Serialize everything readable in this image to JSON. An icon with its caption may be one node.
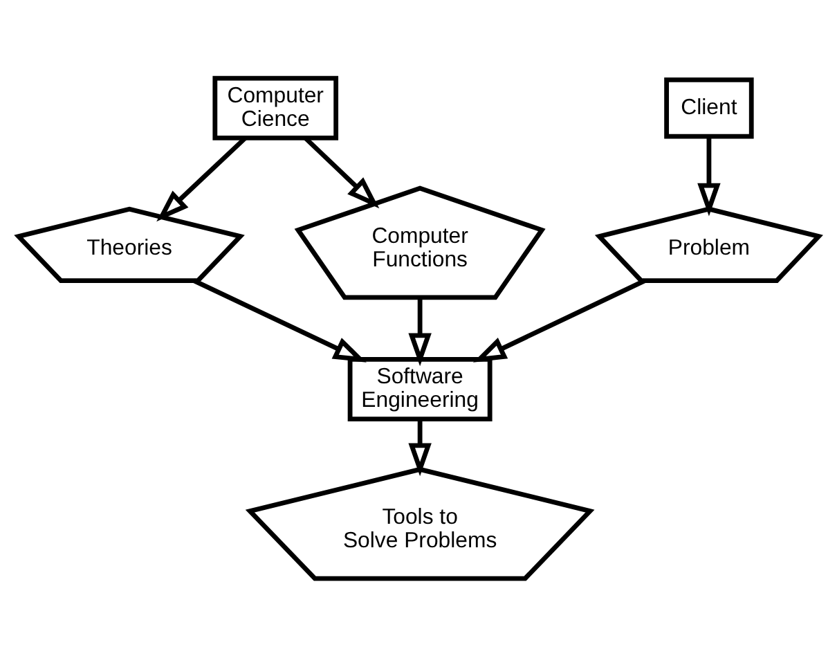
{
  "diagram": {
    "nodes": [
      {
        "text": [
          "Computer Cience"
        ]
      },
      {
        "text": [
          "Client"
        ]
      },
      {
        "text": [
          "Theories"
        ]
      },
      {
        "text": [
          "Computer Functions"
        ]
      },
      {
        "text": [
          "Problem"
        ]
      },
      {
        "text": [
          "Software Engineering"
        ]
      },
      {
        "text": [
          "Tools to Solve Problems"
        ]
      }
    ],
    "edges": [
      {
        "from": 0,
        "to": 2,
        "arrow": "to"
      },
      {
        "from": 0,
        "to": 3,
        "arrow": "to"
      },
      {
        "from": 1,
        "to": 4,
        "arrow": "to"
      },
      {
        "from": 2,
        "to": 5,
        "arrow": "to"
      },
      {
        "from": 3,
        "to": 5,
        "arrow": "to"
      },
      {
        "from": 4,
        "to": 5,
        "arrow": "to"
      },
      {
        "from": 5,
        "to": 6,
        "arrow": "to"
      }
    ]
  }
}
